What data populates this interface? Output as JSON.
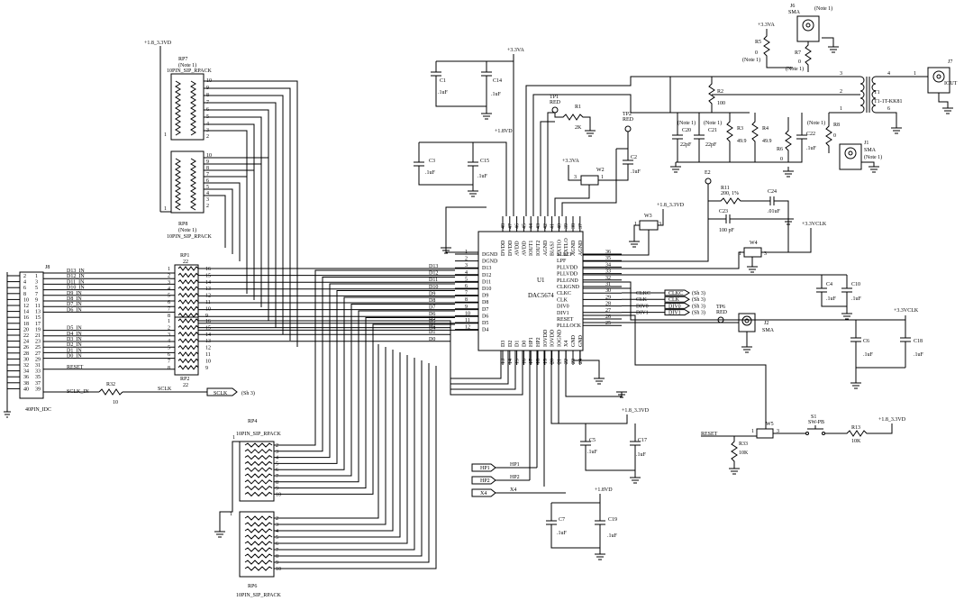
{
  "supplies": {
    "v18_33_left": "+1.8_3.3VD",
    "v33a_top": "+3.3VA",
    "v18vd_mid": "+1.8VD",
    "v33a_w2": "+3.3VA",
    "v18_33_w3": "+1.8_3.3VD",
    "v33vclk_w4": "+3.3VCLK",
    "v33a_r5": "+3.3VA",
    "v33vclk_right": "+3.3VCLK",
    "v18_33_bottom": "+1.8_3.3VD",
    "v18vd_bottom": "+1.8VD",
    "v18_33_s1": "+1.8_3.3VD"
  },
  "rpacks": {
    "rp7": {
      "ref": "RP7",
      "type": "10PIN_SIP_RPACK",
      "note": "(Note 1)",
      "pins": [
        "10",
        "9",
        "8",
        "7",
        "6",
        "5",
        "4",
        "3",
        "2"
      ],
      "common": "1"
    },
    "rp8": {
      "ref": "RP8",
      "type": "10PIN_SIP_RPACK",
      "note": "(Note 1)",
      "pins": [
        "10",
        "9",
        "8",
        "7",
        "6",
        "5",
        "4",
        "3",
        "2"
      ],
      "common": "1"
    },
    "rp1": {
      "ref": "RP1",
      "value": "22",
      "left": [
        "1",
        "2",
        "3",
        "4",
        "5",
        "6",
        "7",
        "8"
      ],
      "right": [
        "16",
        "15",
        "14",
        "13",
        "12",
        "11",
        "10",
        "9"
      ]
    },
    "rp2": {
      "ref": "RP2",
      "value": "22",
      "left": [
        "1",
        "2",
        "3",
        "4",
        "5",
        "6",
        "7",
        "8"
      ],
      "right": [
        "16",
        "15",
        "14",
        "13",
        "12",
        "11",
        "10",
        "9"
      ]
    },
    "rp4": {
      "ref": "RP4",
      "type": "10PIN_SIP_RPACK",
      "pins": [
        "2",
        "3",
        "4",
        "5",
        "6",
        "7",
        "8",
        "9",
        "10"
      ],
      "common": "1"
    },
    "rp6": {
      "ref": "RP6",
      "type": "10PIN_SIP_RPACK",
      "pins": [
        "2",
        "3",
        "4",
        "5",
        "6",
        "7",
        "8",
        "9",
        "10"
      ],
      "common": "1"
    }
  },
  "j8": {
    "ref": "J8",
    "type": "40PIN_IDC",
    "left_pins": [
      "2",
      "4",
      "6",
      "8",
      "10",
      "12",
      "14",
      "16",
      "18",
      "20",
      "22",
      "24",
      "26",
      "28",
      "30",
      "32",
      "34",
      "36",
      "38",
      "40"
    ],
    "right_pins": [
      "1",
      "3",
      "5",
      "7",
      "9",
      "11",
      "13",
      "15",
      "17",
      "19",
      "21",
      "23",
      "25",
      "27",
      "29",
      "31",
      "33",
      "35",
      "37",
      "39"
    ],
    "nets": [
      "D13_IN",
      "D12_IN",
      "D11_IN",
      "D10_IN",
      "D9_IN",
      "D8_IN",
      "D7_IN",
      "D6_IN",
      "D5_IN",
      "D4_IN",
      "D3_IN",
      "D2_IN",
      "D1_IN",
      "D0_IN",
      "RESET"
    ],
    "sclk_in": "SCLK_IN"
  },
  "r32": {
    "ref": "R32",
    "value": "10",
    "net": "SCLK"
  },
  "sclk_flag": {
    "label": "SCLK",
    "sheet": "(Sh 3)"
  },
  "bus_labels": [
    "D13",
    "D12",
    "D11",
    "D10",
    "D9",
    "D8",
    "D7",
    "D6",
    "D5",
    "D4",
    "D3",
    "D2",
    "D1",
    "D0"
  ],
  "u1": {
    "ref": "U1",
    "part": "DAC5674",
    "left_pins": [
      {
        "num": "1",
        "name": "DGND"
      },
      {
        "num": "2",
        "name": "DGND"
      },
      {
        "num": "3",
        "name": "D13"
      },
      {
        "num": "4",
        "name": "D12"
      },
      {
        "num": "5",
        "name": "D11"
      },
      {
        "num": "6",
        "name": "D10"
      },
      {
        "num": "7",
        "name": "D9"
      },
      {
        "num": "8",
        "name": "D8"
      },
      {
        "num": "9",
        "name": "D7"
      },
      {
        "num": "10",
        "name": "D6"
      },
      {
        "num": "11",
        "name": "D5"
      },
      {
        "num": "12",
        "name": "D4"
      }
    ],
    "right_pins": [
      {
        "num": "36",
        "name": "SLEEP"
      },
      {
        "num": "35",
        "name": "LPF"
      },
      {
        "num": "34",
        "name": "PLLVDD"
      },
      {
        "num": "33",
        "name": "PLLVDD"
      },
      {
        "num": "32",
        "name": "PLLGND"
      },
      {
        "num": "31",
        "name": "CLKGND"
      },
      {
        "num": "30",
        "name": "CLKC"
      },
      {
        "num": "29",
        "name": "CLK"
      },
      {
        "num": "28",
        "name": "DIV0"
      },
      {
        "num": "27",
        "name": "DIV1"
      },
      {
        "num": "26",
        "name": "RESET"
      },
      {
        "num": "25",
        "name": "PLLLOCK"
      }
    ],
    "top_pins": [
      {
        "num": "48",
        "name": "DVDD"
      },
      {
        "num": "47",
        "name": "DVDD"
      },
      {
        "num": "46",
        "name": "AVDD"
      },
      {
        "num": "45",
        "name": "AVDD"
      },
      {
        "num": "44",
        "name": "IOUT1"
      },
      {
        "num": "43",
        "name": "IOUT2"
      },
      {
        "num": "42",
        "name": "AGND"
      },
      {
        "num": "41",
        "name": "BIASJ"
      },
      {
        "num": "40",
        "name": "EXTIO"
      },
      {
        "num": "39",
        "name": "EXTLO"
      },
      {
        "num": "38",
        "name": "AGND"
      },
      {
        "num": "37",
        "name": "AGND"
      }
    ],
    "bottom_pins": [
      {
        "num": "13",
        "name": "D3"
      },
      {
        "num": "14",
        "name": "D2"
      },
      {
        "num": "15",
        "name": "D1"
      },
      {
        "num": "16",
        "name": "D0"
      },
      {
        "num": "17",
        "name": "HP1"
      },
      {
        "num": "18",
        "name": "HP2"
      },
      {
        "num": "19",
        "name": "IOVDD"
      },
      {
        "num": "20",
        "name": "IOVDD"
      },
      {
        "num": "21",
        "name": "IOGND"
      },
      {
        "num": "22",
        "name": "X4"
      },
      {
        "num": "23",
        "name": "GND"
      },
      {
        "num": "24",
        "name": "GND"
      }
    ]
  },
  "sheet_flags": [
    {
      "label": "CLKC",
      "sheet": "(Sh 3)"
    },
    {
      "label": "CLK",
      "sheet": "(Sh 3)"
    },
    {
      "label": "DIV0",
      "sheet": "(Sh 3)"
    },
    {
      "label": "DIV1",
      "sheet": "(Sh 3)"
    }
  ],
  "clk_nets": [
    "CLKC",
    "CLK",
    "DIV0",
    "DIV1"
  ],
  "hp_flags": [
    "HP1",
    "HP2",
    "X4"
  ],
  "caps": {
    "c1": {
      "ref": "C1",
      "value": ".1uF"
    },
    "c14": {
      "ref": "C14",
      "value": ".1uF"
    },
    "c3": {
      "ref": "C3",
      "value": ".1uF"
    },
    "c15": {
      "ref": "C15",
      "value": ".1uF"
    },
    "c2": {
      "ref": "C2",
      "value": ".1uF"
    },
    "c20": {
      "ref": "C20",
      "value": "22pF",
      "note": "(Note 1)"
    },
    "c21": {
      "ref": "C21",
      "value": "22pF",
      "note": "(Note 1)"
    },
    "c22": {
      "ref": "C22",
      "value": ".1uF"
    },
    "c24": {
      "ref": "C24",
      "value": ".01uF"
    },
    "c23": {
      "ref": "C23",
      "value": "100 pF"
    },
    "c4": {
      "ref": "C4",
      "value": ".1uF"
    },
    "c10": {
      "ref": "C10",
      "value": ".1uF"
    },
    "c6": {
      "ref": "C6",
      "value": ".1uF"
    },
    "c18": {
      "ref": "C18",
      "value": ".1uF"
    },
    "c5": {
      "ref": "C5",
      "value": ".1uF"
    },
    "c17": {
      "ref": "C17",
      "value": ".1uF"
    },
    "c7": {
      "ref": "C7",
      "value": ".1uF"
    },
    "c19": {
      "ref": "C19",
      "value": ".1uF"
    }
  },
  "resistors": {
    "r1": {
      "ref": "R1",
      "value": "2K"
    },
    "r2": {
      "ref": "R2",
      "value": "100"
    },
    "r3": {
      "ref": "R3",
      "value": "49.9"
    },
    "r4": {
      "ref": "R4",
      "value": "49.9"
    },
    "r5": {
      "ref": "R5",
      "value": "0",
      "note": "(Note 1)"
    },
    "r6": {
      "ref": "R6",
      "value": "0"
    },
    "r7": {
      "ref": "R7",
      "value": "0",
      "note": "(Note 1)"
    },
    "r8": {
      "ref": "R8",
      "value": "0",
      "note": "(Note 1)"
    },
    "r11": {
      "ref": "R11",
      "value": "200, 1%"
    },
    "r13": {
      "ref": "R13",
      "value": "10K"
    },
    "r33": {
      "ref": "R33",
      "value": "10K"
    }
  },
  "testpoints": {
    "tp1": {
      "ref": "TP1",
      "color": "RED"
    },
    "tp2": {
      "ref": "TP2",
      "color": "RED"
    },
    "tp6": {
      "ref": "TP6",
      "color": "RED"
    },
    "e2": {
      "ref": "E2"
    }
  },
  "jumpers": {
    "w2": {
      "ref": "W2",
      "pins": [
        "3",
        "1"
      ]
    },
    "w3": {
      "ref": "W3",
      "pins": [
        "1",
        "3"
      ]
    },
    "w4": {
      "ref": "W4",
      "pins": [
        "1",
        "3"
      ]
    },
    "w5": {
      "ref": "W5",
      "pins": [
        "1",
        "3"
      ]
    }
  },
  "connectors": {
    "j6": {
      "ref": "J6",
      "type": "SMA",
      "note": "(Note 1)"
    },
    "j1": {
      "ref": "J1",
      "type": "SMA",
      "note": "(Note 1)"
    },
    "j2": {
      "ref": "J2",
      "type": "SMA"
    },
    "j7": {
      "ref": "J7",
      "net": "IOUT",
      "pin": "1"
    }
  },
  "t1": {
    "ref": "T1",
    "part": "T1-1T-KK81",
    "pins": [
      "3",
      "2",
      "1",
      "4",
      "6"
    ]
  },
  "s1": {
    "ref": "S1",
    "type": "SW-PB"
  },
  "reset_net": "RESET",
  "note_text": "(Note 1)"
}
